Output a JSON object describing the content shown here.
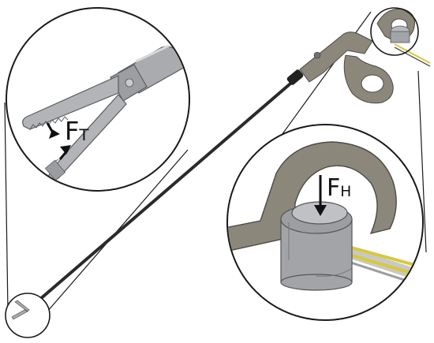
{
  "labels": {
    "tip_force": {
      "main": "F",
      "sub": "T"
    },
    "handle_force": {
      "main": "F",
      "sub": "H"
    }
  },
  "colors": {
    "instrument_gray": "#a9abae",
    "instrument_dark": "#6f7174",
    "handle_brown": "#8c877b",
    "shaft": "#2a2a2a",
    "wire_yellow": "#d8c93a",
    "outline": "#1a1a1a"
  }
}
